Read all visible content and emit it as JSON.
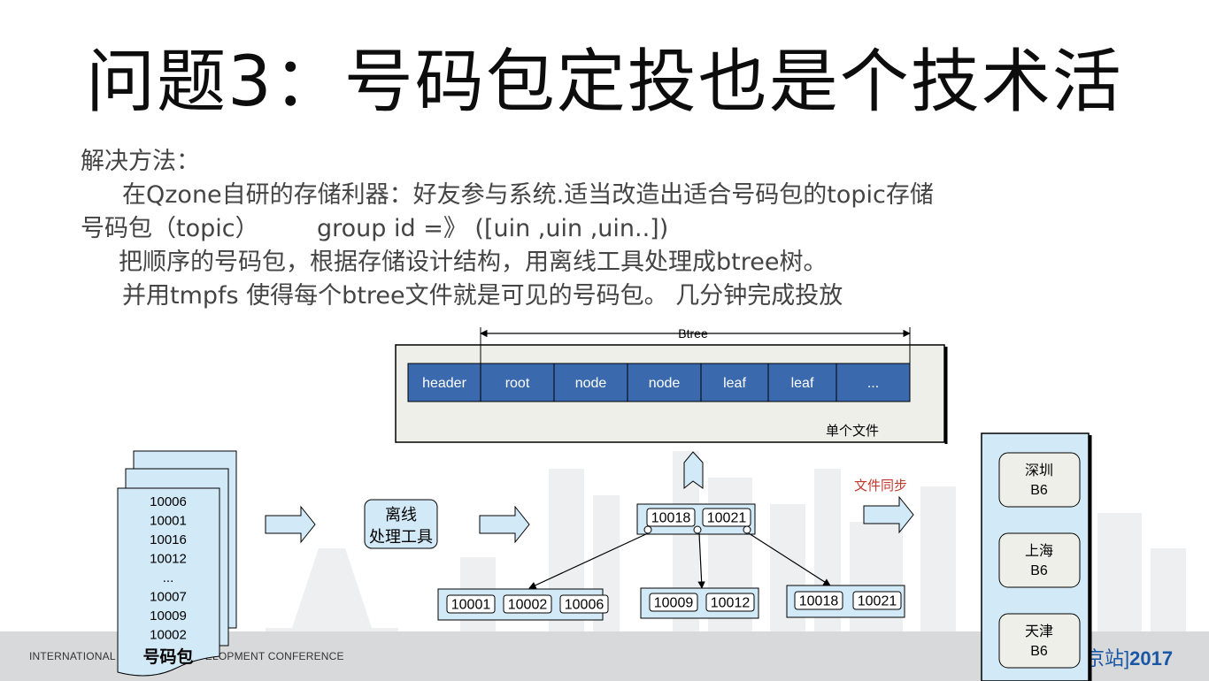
{
  "title": "问题3：号码包定投也是个技术活",
  "body": {
    "heading": "解决方法：",
    "line1": "在Qzone自研的存储利器：好友参与系统.适当改造出适合号码包的topic存储",
    "line2a": "号码包（topic）",
    "line2b": "group id =》 ([uin ,uin ,uin..])",
    "line3": "把顺序的号码包，根据存储设计结构，用离线工具处理成btree树。",
    "line4": "并用tmpfs 使得每个btree文件就是可见的号码包。 几分钟完成投放"
  },
  "diagram": {
    "btree_label": "Btree",
    "file_cells": [
      "header",
      "root",
      "node",
      "node",
      "leaf",
      "leaf",
      "..."
    ],
    "single_file_label": "单个文件",
    "package_numbers": [
      "10006",
      "10001",
      "10016",
      "10012",
      "...",
      "10007",
      "10009",
      "10002"
    ],
    "package_label": "号码包",
    "offline_tool_line1": "离线",
    "offline_tool_line2": "处理工具",
    "root_keys": [
      "10018",
      "10021"
    ],
    "leaf_left": [
      "10001",
      "10002",
      "10006"
    ],
    "leaf_mid": [
      "10009",
      "10012"
    ],
    "leaf_right": [
      "10018",
      "10021"
    ],
    "sync_label": "文件同步",
    "sites": [
      {
        "city": "深圳",
        "code": "B6"
      },
      {
        "city": "上海",
        "code": "B6"
      },
      {
        "city": "天津",
        "code": "B6"
      }
    ],
    "colors": {
      "cell_fill": "#3a6aad",
      "light_blue": "#d2e9f7",
      "sync_red": "#c0392b",
      "panel_fill": "#efefe9"
    }
  },
  "footer": {
    "conference": "INTERNATIONAL SOFTWARE DEVELOPMENT CONFERENCE",
    "station": "京站]",
    "year": "2017"
  }
}
